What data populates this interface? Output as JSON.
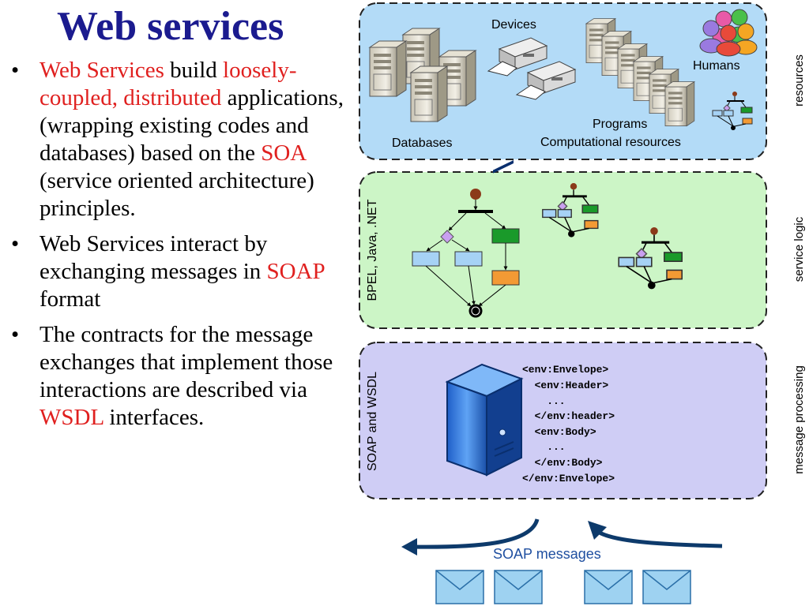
{
  "slide": {
    "title": "Web services",
    "bullets": [
      {
        "parts": [
          {
            "text": "Web Services",
            "red": true
          },
          {
            "text": " build ",
            "red": false
          },
          {
            "text": "loosely-coupled, distributed",
            "red": true
          },
          {
            "text": " applications, (wrapping existing codes and databases) based on the ",
            "red": false
          },
          {
            "text": "SOA",
            "red": true
          },
          {
            "text": " (service oriented architecture) principles.",
            "red": false
          }
        ]
      },
      {
        "parts": [
          {
            "text": "Web Services interact by exchanging messages in ",
            "red": false
          },
          {
            "text": "SOAP",
            "red": true
          },
          {
            "text": " format",
            "red": false
          }
        ]
      },
      {
        "parts": [
          {
            "text": "The contracts for the message exchanges that implement those interactions are described via ",
            "red": false
          },
          {
            "text": "WSDL",
            "red": true
          },
          {
            "text": " interfaces.",
            "red": false
          }
        ]
      }
    ]
  },
  "diagram": {
    "resources_panel": {
      "side_label": "resources",
      "labels": {
        "devices": "Devices",
        "humans": "Humans",
        "databases": "Databases",
        "programs": "Programs",
        "computational": "Computational resources"
      }
    },
    "logic_panel": {
      "side_label": "service logic",
      "inner_label": "BPEL, Java, .NET"
    },
    "message_panel": {
      "side_label": "message processing",
      "inner_label": "SOAP and WSDL",
      "soap_lines": [
        "<env:Envelope>",
        "  <env:Header>",
        "    ...",
        "  </env:header>",
        "  <env:Body>",
        "    ...",
        "  </env:Body>",
        "</env:Envelope>"
      ]
    },
    "soap_messages_label": "SOAP messages",
    "colors": {
      "resources_bg": "#b3dbf7",
      "logic_bg": "#ccf5c6",
      "message_bg": "#cfcdf5",
      "arrow": "#0d3a6b",
      "envelope": "#9ed2f1"
    }
  }
}
